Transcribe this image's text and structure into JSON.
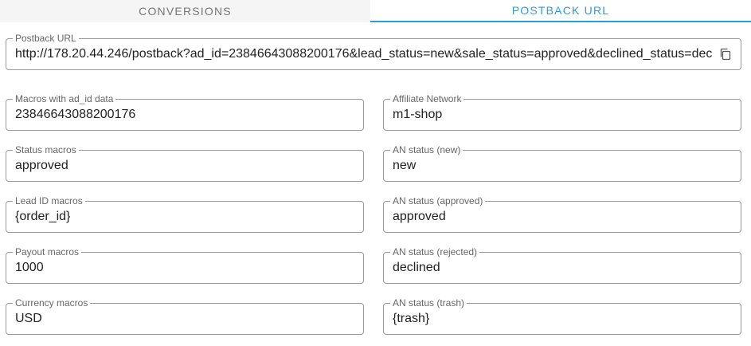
{
  "tabs": [
    {
      "label": "CONVERSIONS",
      "active": false
    },
    {
      "label": "POSTBACK URL",
      "active": true
    }
  ],
  "postback": {
    "label": "Postback URL",
    "value": "http://178.20.44.246/postback?ad_id=23846643088200176&lead_status=new&sale_status=approved&declined_status=dec",
    "copy_icon": "copy-icon"
  },
  "left_fields": [
    {
      "label": "Macros with ad_id data",
      "value": "23846643088200176"
    },
    {
      "label": "Status macros",
      "value": "approved"
    },
    {
      "label": "Lead ID macros",
      "value": "{order_id}"
    },
    {
      "label": "Payout macros",
      "value": "1000"
    },
    {
      "label": "Currency macros",
      "value": "USD"
    }
  ],
  "right_fields": [
    {
      "label": "Affiliate Network",
      "value": "m1-shop"
    },
    {
      "label": "AN status (new)",
      "value": "new"
    },
    {
      "label": "AN status (approved)",
      "value": "approved"
    },
    {
      "label": "AN status (rejected)",
      "value": "declined"
    },
    {
      "label": "AN status (trash)",
      "value": "{trash}"
    }
  ],
  "colors": {
    "accent": "#2b9ed8",
    "border": "#9a9a9a",
    "label": "#666666"
  }
}
